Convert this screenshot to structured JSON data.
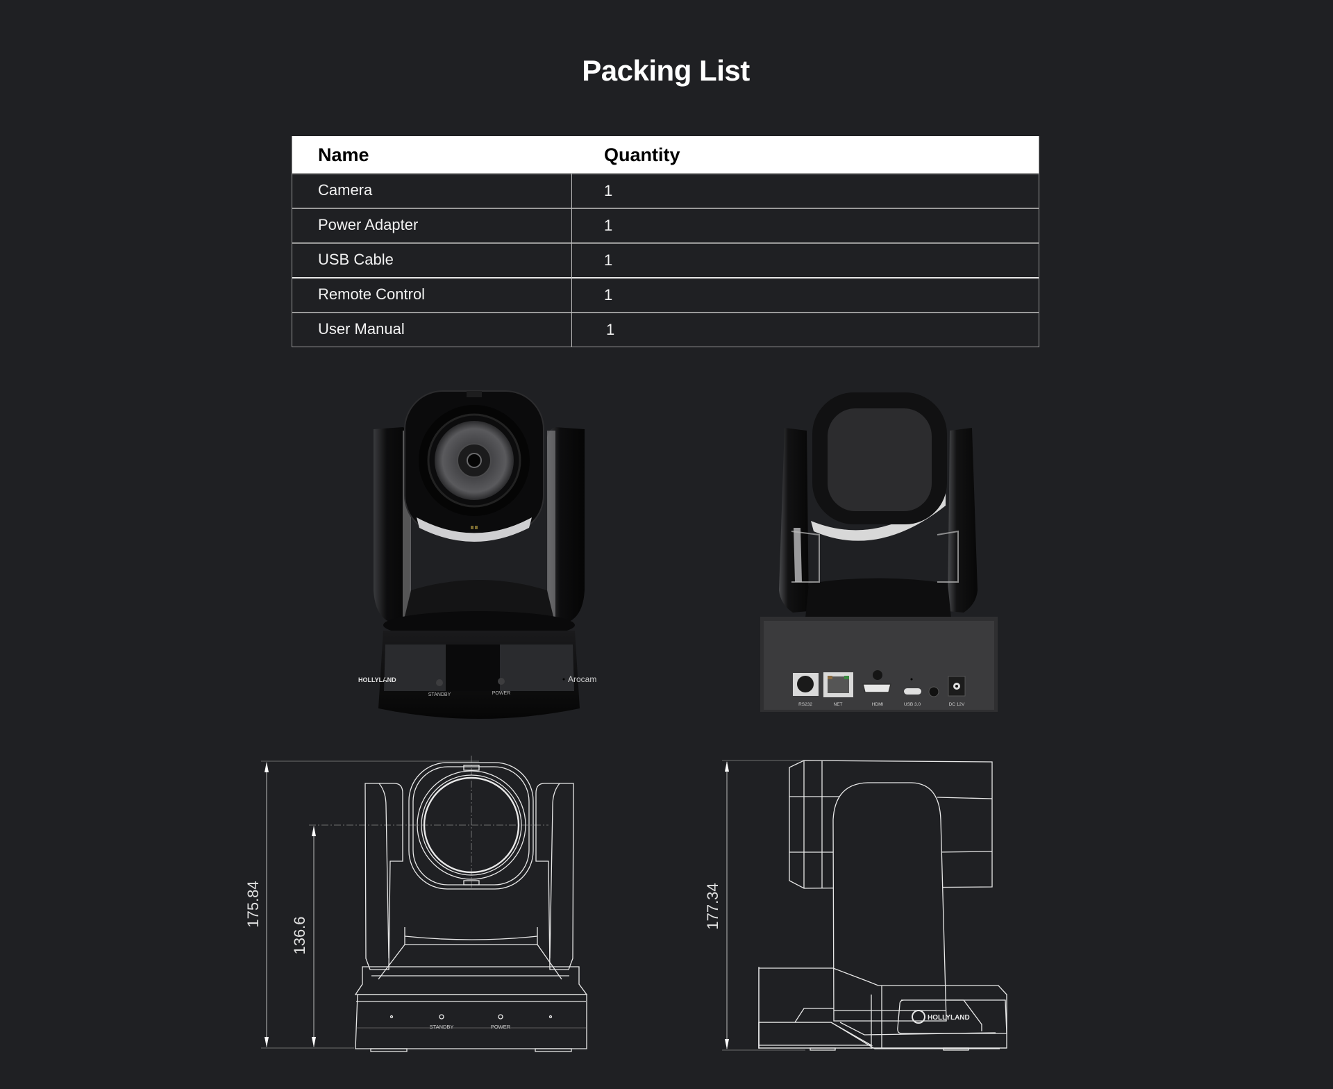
{
  "page": {
    "title": "Packing List"
  },
  "packing_table": {
    "headers": {
      "name": "Name",
      "quantity": "Quantity"
    },
    "rows": [
      {
        "name": "Camera",
        "quantity": "1"
      },
      {
        "name": "Power Adapter",
        "quantity": "1"
      },
      {
        "name": "USB Cable",
        "quantity": "1"
      },
      {
        "name": "Remote Control",
        "quantity": "1"
      },
      {
        "name": "User Manual",
        "quantity": "1"
      }
    ]
  },
  "front_photo": {
    "brand_label": "HOLLYLAND",
    "model_label": "Arocam",
    "standby_label": "STANDBY",
    "power_label": "POWER"
  },
  "rear_photo": {
    "ports": [
      {
        "label": "RS232"
      },
      {
        "label": "NET"
      },
      {
        "label": "HDMI"
      },
      {
        "label": "USB 3.0"
      },
      {
        "label": ""
      },
      {
        "label": "DC 12V"
      }
    ]
  },
  "front_drawing": {
    "total_height": "175.84",
    "lens_center_height": "136.6",
    "standby_label": "STANDBY",
    "power_label": "POWER"
  },
  "side_drawing": {
    "total_height": "177.34",
    "brand_label": "HOLLYLAND"
  },
  "colors": {
    "background": "#1f2023",
    "header_bg": "#ffffff",
    "row_border": "#9a9a9a"
  }
}
